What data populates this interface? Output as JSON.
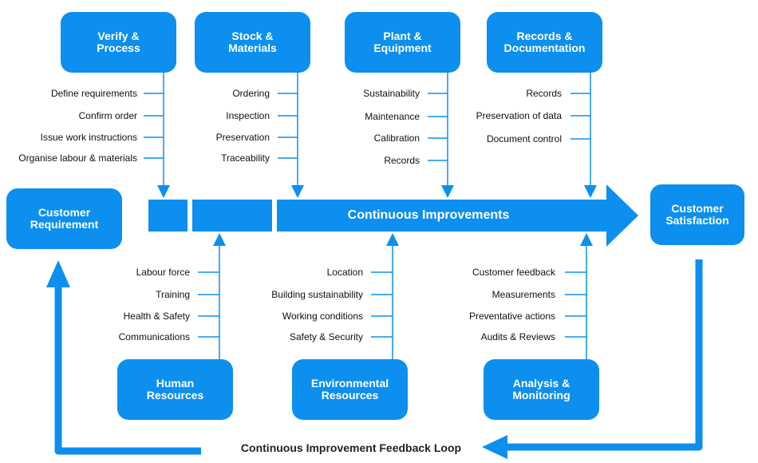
{
  "colors": {
    "primary": "#0c8fee",
    "text": "#111111",
    "label_on_blue": "#ffffff"
  },
  "boxes": {
    "verify": "Verify &\nProcess",
    "stock": "Stock &\nMaterials",
    "plant": "Plant &\nEquipment",
    "records": "Records &\nDocumentation",
    "customer_requirement": "Customer\nRequirement",
    "customer_satisfaction": "Customer\nSatisfaction",
    "human": "Human\nResources",
    "environmental": "Environmental\nResources",
    "analysis": "Analysis &\nMonitoring"
  },
  "arrow_label": "Continuous Improvements",
  "feedback_label": "Continuous Improvement Feedback Loop",
  "top_groups": {
    "verify": [
      "Define requirements",
      "Confirm order",
      "Issue work instructions",
      "Organise labour & materials"
    ],
    "stock": [
      "Ordering",
      "Inspection",
      "Preservation",
      "Traceability"
    ],
    "plant": [
      "Sustainability",
      "Maintenance",
      "Calibration",
      "Records"
    ],
    "records": [
      "Records",
      "Preservation of data",
      "Document control"
    ]
  },
  "bottom_groups": {
    "human": [
      "Labour force",
      "Training",
      "Health & Safety",
      "Communications"
    ],
    "environmental": [
      "Location",
      "Building sustainability",
      "Working conditions",
      "Safety & Security"
    ],
    "analysis": [
      "Customer feedback",
      "Measurements",
      "Preventative actions",
      "Audits & Reviews"
    ]
  }
}
